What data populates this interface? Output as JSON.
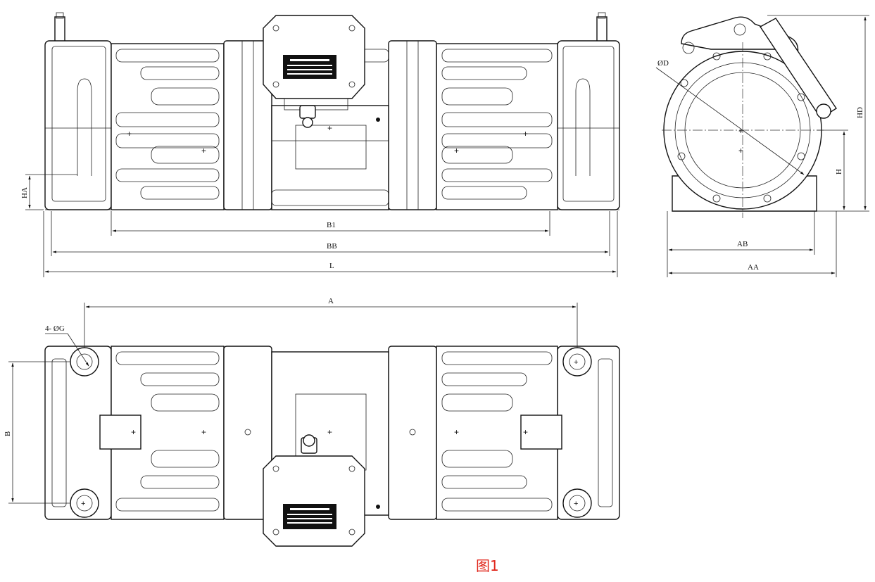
{
  "dimensions": {
    "L": "L",
    "BB": "BB",
    "B1": "B1",
    "HA": "HA",
    "A": "A",
    "B": "B",
    "hole_callout": "4- ØG",
    "diameter": "ØD",
    "H": "H",
    "HD": "HD",
    "AB": "AB",
    "AA": "AA"
  },
  "caption": "图1",
  "colors": {
    "line": "#111111",
    "caption": "#e0261b"
  }
}
